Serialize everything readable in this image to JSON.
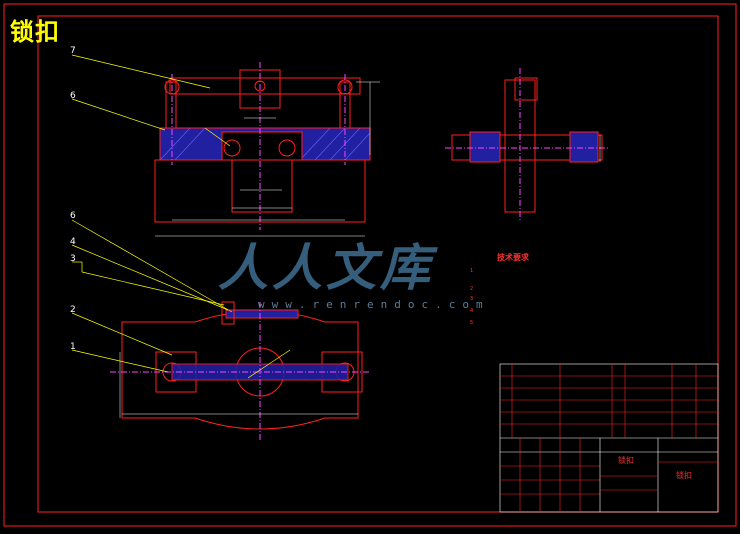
{
  "drawing": {
    "title": "锁扣",
    "watermark_cn": "人人文库",
    "watermark_url": "www.renrendoc.com",
    "colors": {
      "background": "#000000",
      "border": "#ff2020",
      "outline": "#ff2020",
      "leader": "#ffff00",
      "hatch": "#4040ff",
      "centerline": "#ff40ff",
      "dimension": "#ffffff",
      "frame_inner": "#ffffff"
    }
  },
  "callouts": {
    "top_view": [
      "7",
      "6"
    ],
    "bottom_view": [
      "6",
      "4",
      "3",
      "2",
      "1"
    ]
  },
  "tech_requirements": {
    "heading": "技术要求",
    "lines": [
      "1",
      "2",
      "3",
      "4",
      "5"
    ]
  },
  "title_block": {
    "name_cn": "锁扣",
    "part_label": "锁扣"
  }
}
